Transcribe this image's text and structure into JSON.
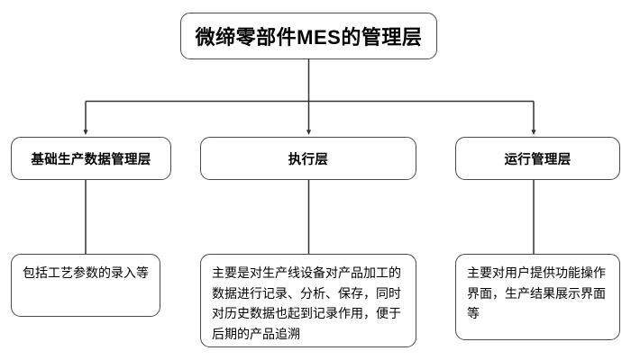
{
  "diagram": {
    "type": "hierarchy-tree",
    "background_color": "#ffffff",
    "border_color": "#4a4a4a",
    "text_color": "#000000",
    "title": "微缔零部件MES的管理层",
    "levels": [
      {
        "level": 1,
        "nodes": [
          {
            "id": "root",
            "label": "微缔零部件MES的管理层"
          }
        ]
      },
      {
        "level": 2,
        "nodes": [
          {
            "id": "layer-1",
            "label": "基础生产数据管理层"
          },
          {
            "id": "layer-2",
            "label": "执行层"
          },
          {
            "id": "layer-3",
            "label": "运行管理层"
          }
        ]
      },
      {
        "level": 3,
        "nodes": [
          {
            "id": "desc-1",
            "label": "包括工艺参数的录入等"
          },
          {
            "id": "desc-2",
            "label": "主要是对生产线设备对产品加工的数据进行记录、分析、保存，同时对历史数据也起到记录作用，便于后期的产品追溯"
          },
          {
            "id": "desc-3",
            "label": "主要对用户提供功能操作界面，生产结果展示界面等"
          }
        ]
      }
    ],
    "connectors": [
      {
        "from": "root",
        "to": "layer-1",
        "arrow": true
      },
      {
        "from": "root",
        "to": "layer-2",
        "arrow": true
      },
      {
        "from": "root",
        "to": "layer-3",
        "arrow": true
      },
      {
        "from": "layer-1",
        "to": "desc-1",
        "arrow": false
      },
      {
        "from": "layer-2",
        "to": "desc-2",
        "arrow": false
      },
      {
        "from": "layer-3",
        "to": "desc-3",
        "arrow": false
      }
    ]
  }
}
